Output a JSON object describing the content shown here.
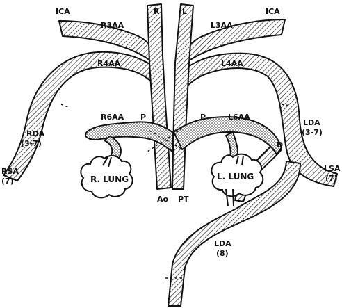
{
  "labels": {
    "ica_left": "ICA",
    "ica_right": "ICA",
    "r3aa": "R3AA",
    "r": "R",
    "l": "L",
    "l3aa": "L3AA",
    "r4aa": "R4AA",
    "l4aa": "L4AA",
    "r6aa": "R6AA",
    "p_left": "P",
    "p_right": "P",
    "l6aa": "L6AA",
    "rda": "RDA",
    "rda_range": "(3-7)",
    "lda_top": "LDA",
    "lda_top_range": "(3-7)",
    "d": "D",
    "rsa": "RSA",
    "rsa_num": "(7)",
    "lsa": "LSA",
    "lsa_num": "(7)",
    "r_lung": "R. LUNG",
    "l_lung": "L. LUNG",
    "ao": "Ao",
    "pt": "PT",
    "lda_bottom": "LDA",
    "lda_bottom_num": "(8)"
  }
}
